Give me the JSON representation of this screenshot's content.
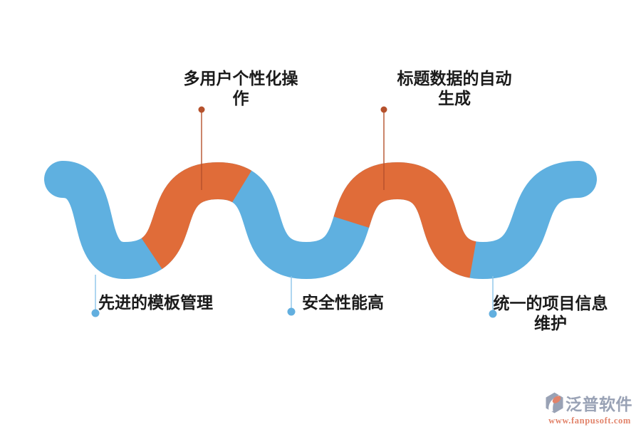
{
  "colors": {
    "background": "#ffffff",
    "wave_blue": "#5fb0e0",
    "wave_orange": "#e06c39",
    "callout_orange_line": "#b5512c",
    "callout_orange_dot": "#b5512c",
    "callout_blue_line": "#8cc4e9",
    "callout_blue_dot": "#62afdf",
    "label_text": "#1b1b1b",
    "logo_gray": "#99a2b5",
    "logo_salmon": "#e2836a"
  },
  "labels": {
    "top_left": {
      "line1": "多用户个性化操",
      "line2": "作"
    },
    "top_right": {
      "line1": "标题数据的自动",
      "line2": "生成"
    },
    "bottom_left": {
      "line1": "先进的模板管理"
    },
    "bottom_middle": {
      "line1": "安全性能高"
    },
    "bottom_right": {
      "line1": "统一的项目信息",
      "line2": "维护"
    }
  },
  "logo": {
    "brand": "泛普软件",
    "url": "www.fanpusoft.com"
  }
}
